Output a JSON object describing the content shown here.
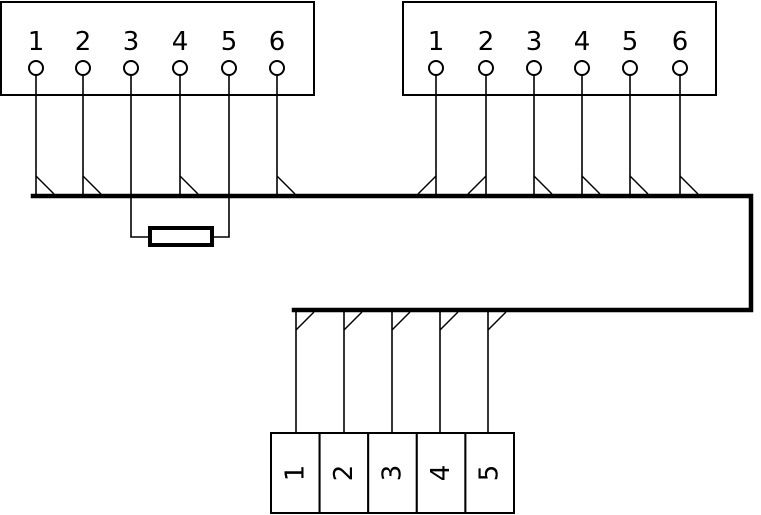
{
  "connector_left": {
    "pins": [
      "1",
      "2",
      "3",
      "4",
      "5",
      "6"
    ]
  },
  "connector_right": {
    "pins": [
      "1",
      "2",
      "3",
      "4",
      "5",
      "6"
    ]
  },
  "terminal_block": {
    "terminals": [
      "1",
      "2",
      "3",
      "4",
      "5"
    ]
  }
}
